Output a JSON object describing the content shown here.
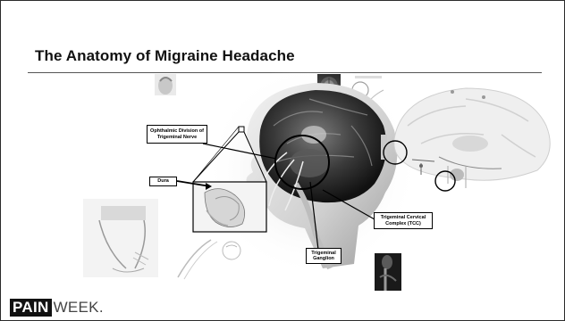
{
  "slide": {
    "title": "The Anatomy of Migraine Headache"
  },
  "labels": {
    "ophthalmic_line1": "Ophthalmic Division of",
    "ophthalmic_line2": "Trigeminal Nerve",
    "dura": "Dura",
    "tcc_line1": "Trigeminal Cervical",
    "tcc_line2": "Complex (TCC)",
    "ganglion_line1": "Trigeminal",
    "ganglion_line2": "Ganglion"
  },
  "logo": {
    "pain": "PAIN",
    "week": "WEEK."
  },
  "colors": {
    "border": "#2b2b2b",
    "title": "#111111",
    "rule": "#555555",
    "head_dark": "#1e1e1e",
    "head_light": "#e4e4e4"
  },
  "icons": [
    "head-thumbnail-icon",
    "brain-scan-thumbnail-icon",
    "pathway-diagram-icon",
    "sagittal-brain-icon",
    "spinal-cord-diagram-icon",
    "skull-sketch-icon",
    "neck-xray-icon"
  ]
}
